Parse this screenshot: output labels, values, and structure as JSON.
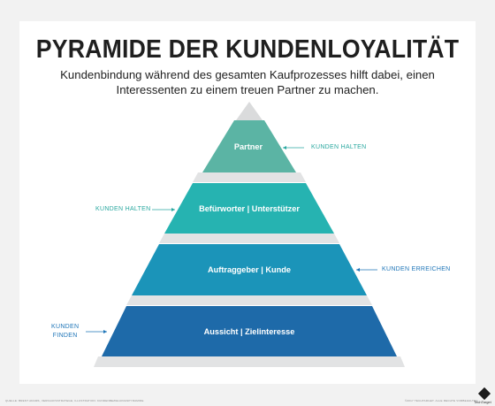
{
  "title": "PYRAMIDE DER KUNDENLOYALITÄT",
  "subtitle_line1": "Kundenbindung während des gesamten Kaufprozesses hilft dabei, einen",
  "subtitle_line2": "Interessenten zu einem treuen Partner zu machen.",
  "colors": {
    "level1": "#5bb4a4",
    "level2": "#26b3b1",
    "level3": "#1b94b9",
    "level4": "#1e6aa9",
    "base": "#e2e3e4",
    "top": "#dadbdc",
    "label_teal": "#2aa8a0",
    "label_blue": "#1e75b8"
  },
  "levels": [
    {
      "label": "Partner"
    },
    {
      "label": "Befürworter | Unterstützer"
    },
    {
      "label": "Auftraggeber | Kunde"
    },
    {
      "label": "Aussicht | Zielinteresse"
    }
  ],
  "side_labels": [
    {
      "text": "KUNDEN HALTEN"
    },
    {
      "text": "KUNDEN HALTEN"
    },
    {
      "text": "KUNDEN ERREICHEN"
    },
    {
      "line1": "KUNDEN",
      "line2": "FINDEN"
    }
  ],
  "footer_left": "QUELLE: BRENT ADAMS, VERKAUFSSTRATEGE; ILLUSTRATION: KUNDENBEZIEHUNGSPYRAMIDE",
  "footer_right": "©2017 TECHTARGET. ALLE RECHTE VORBEHALTEN",
  "brand": "TechTarget"
}
